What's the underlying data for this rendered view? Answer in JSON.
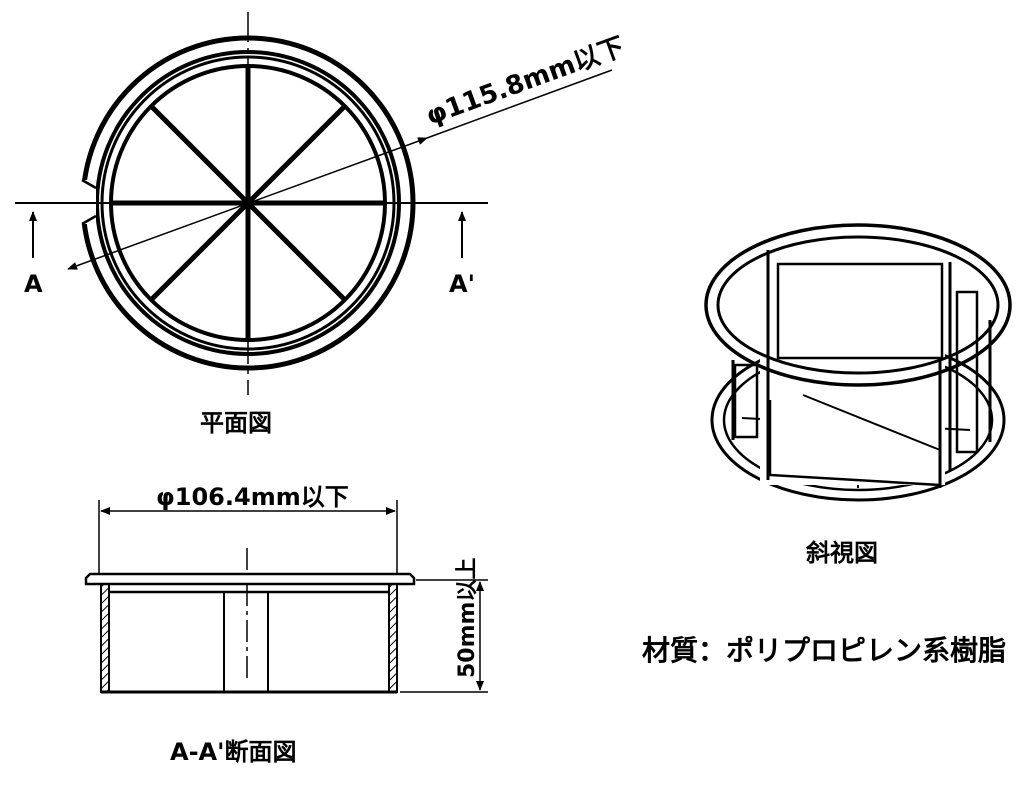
{
  "plan_view": {
    "title": "平面図",
    "diameter_label": "φ115.8mm以下",
    "section_mark_left": "A",
    "section_mark_right": "A'"
  },
  "section_view": {
    "title": "A-A'断面図",
    "diameter_label": "φ106.4mm以下",
    "height_label": "50mm以上"
  },
  "oblique_view": {
    "title": "斜視図"
  },
  "material_note": "材質：ポリプロピレン系樹脂"
}
